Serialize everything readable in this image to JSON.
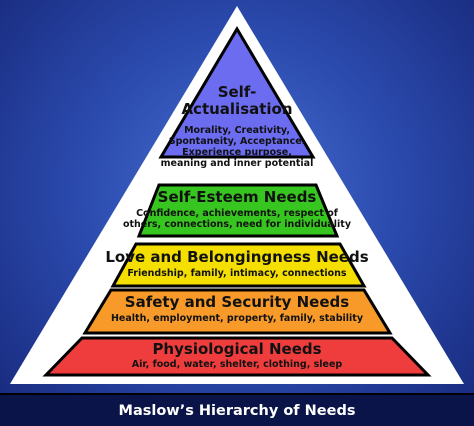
{
  "levels": [
    {
      "key": "self_actualisation",
      "title_line1": "Self-",
      "title_line2": "Actualisation",
      "desc_lines": [
        "Morality, Creativity,",
        "Spontaneity, Acceptance.",
        "Experience purpose,",
        "meaning and inner potential"
      ],
      "color": "#6b6cf0"
    },
    {
      "key": "self_esteem",
      "title": "Self-Esteem Needs",
      "desc_lines": [
        "Confidence, achievements, respect of",
        "others, connections, need for individuality"
      ],
      "color": "#37c61f"
    },
    {
      "key": "love",
      "title": "Love and Belongingness Needs",
      "desc_lines": [
        "Friendship, family, intimacy, connections"
      ],
      "color": "#f5df00"
    },
    {
      "key": "safety",
      "title": "Safety and Security Needs",
      "desc_lines": [
        "Health, employment, property, family, stability"
      ],
      "color": "#f79a2a"
    },
    {
      "key": "physiological",
      "title": "Physiological Needs",
      "desc_lines": [
        "Air, food, water, shelter, clothing, sleep"
      ],
      "color": "#ef3d3d"
    }
  ],
  "footer_title": "Maslow’s Hierarchy of Needs"
}
